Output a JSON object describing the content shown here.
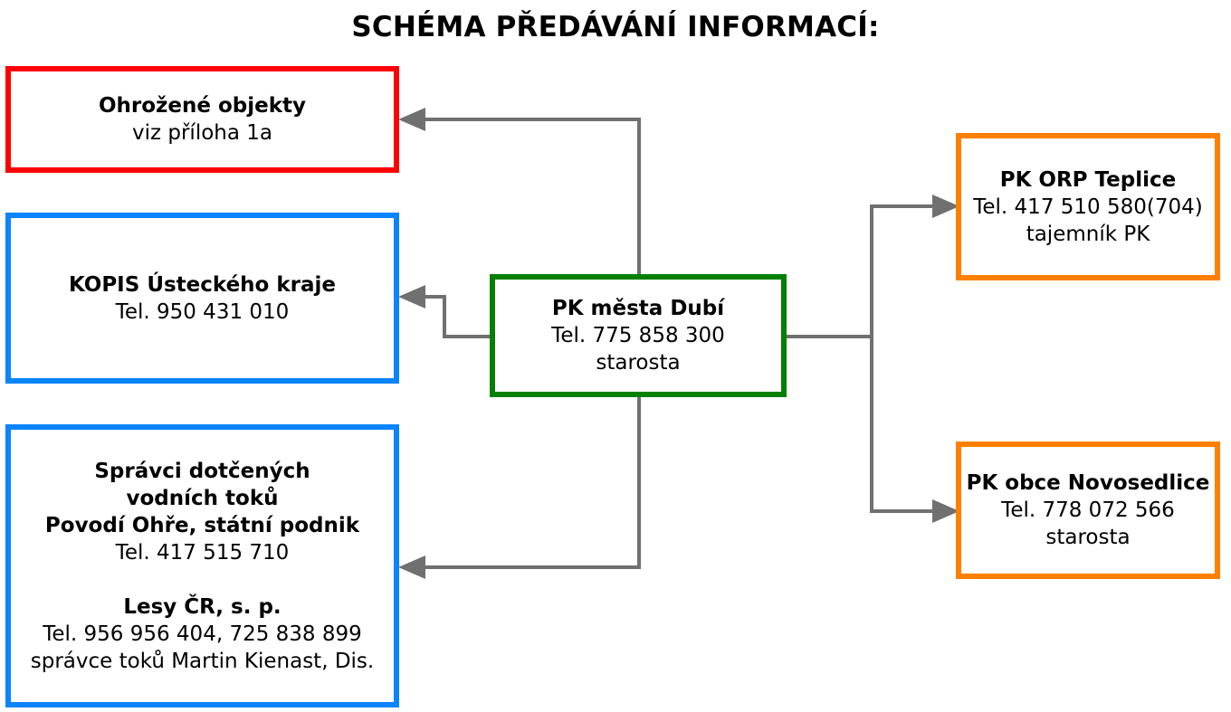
{
  "title": "SCHÉMA PŘEDÁVÁNÍ INFORMACÍ:",
  "colors": {
    "red": "#ff0000",
    "blue": "#0a84ff",
    "green": "#008000",
    "orange": "#ff8000",
    "connector": "#707070"
  },
  "center": {
    "name": "PK města Dubí",
    "phone": "Tel. 775 858 300",
    "role": "starosta"
  },
  "ohrozene": {
    "name": "Ohrožené objekty",
    "note": "viz příloha 1a"
  },
  "kopis": {
    "name": "KOPIS Ústeckého kraje",
    "phone": "Tel. 950 431 010"
  },
  "spravci": {
    "name_line1": "Správci dotčených",
    "name_line2": "vodních toků",
    "org1": "Povodí Ohře, státní podnik",
    "org1_phone": "Tel. 417 515 710",
    "org2": "Lesy ČR, s. p.",
    "org2_phone": "Tel. 956 956 404, 725 838 899",
    "org2_contact": "správce toků Martin Kienast, Dis."
  },
  "orp": {
    "name": "PK ORP Teplice",
    "phone": "Tel. 417 510 580(704)",
    "role": "tajemník PK"
  },
  "novosedlice": {
    "name": "PK obce Novosedlice",
    "phone": "Tel. 778 072 566",
    "role": "starosta"
  }
}
